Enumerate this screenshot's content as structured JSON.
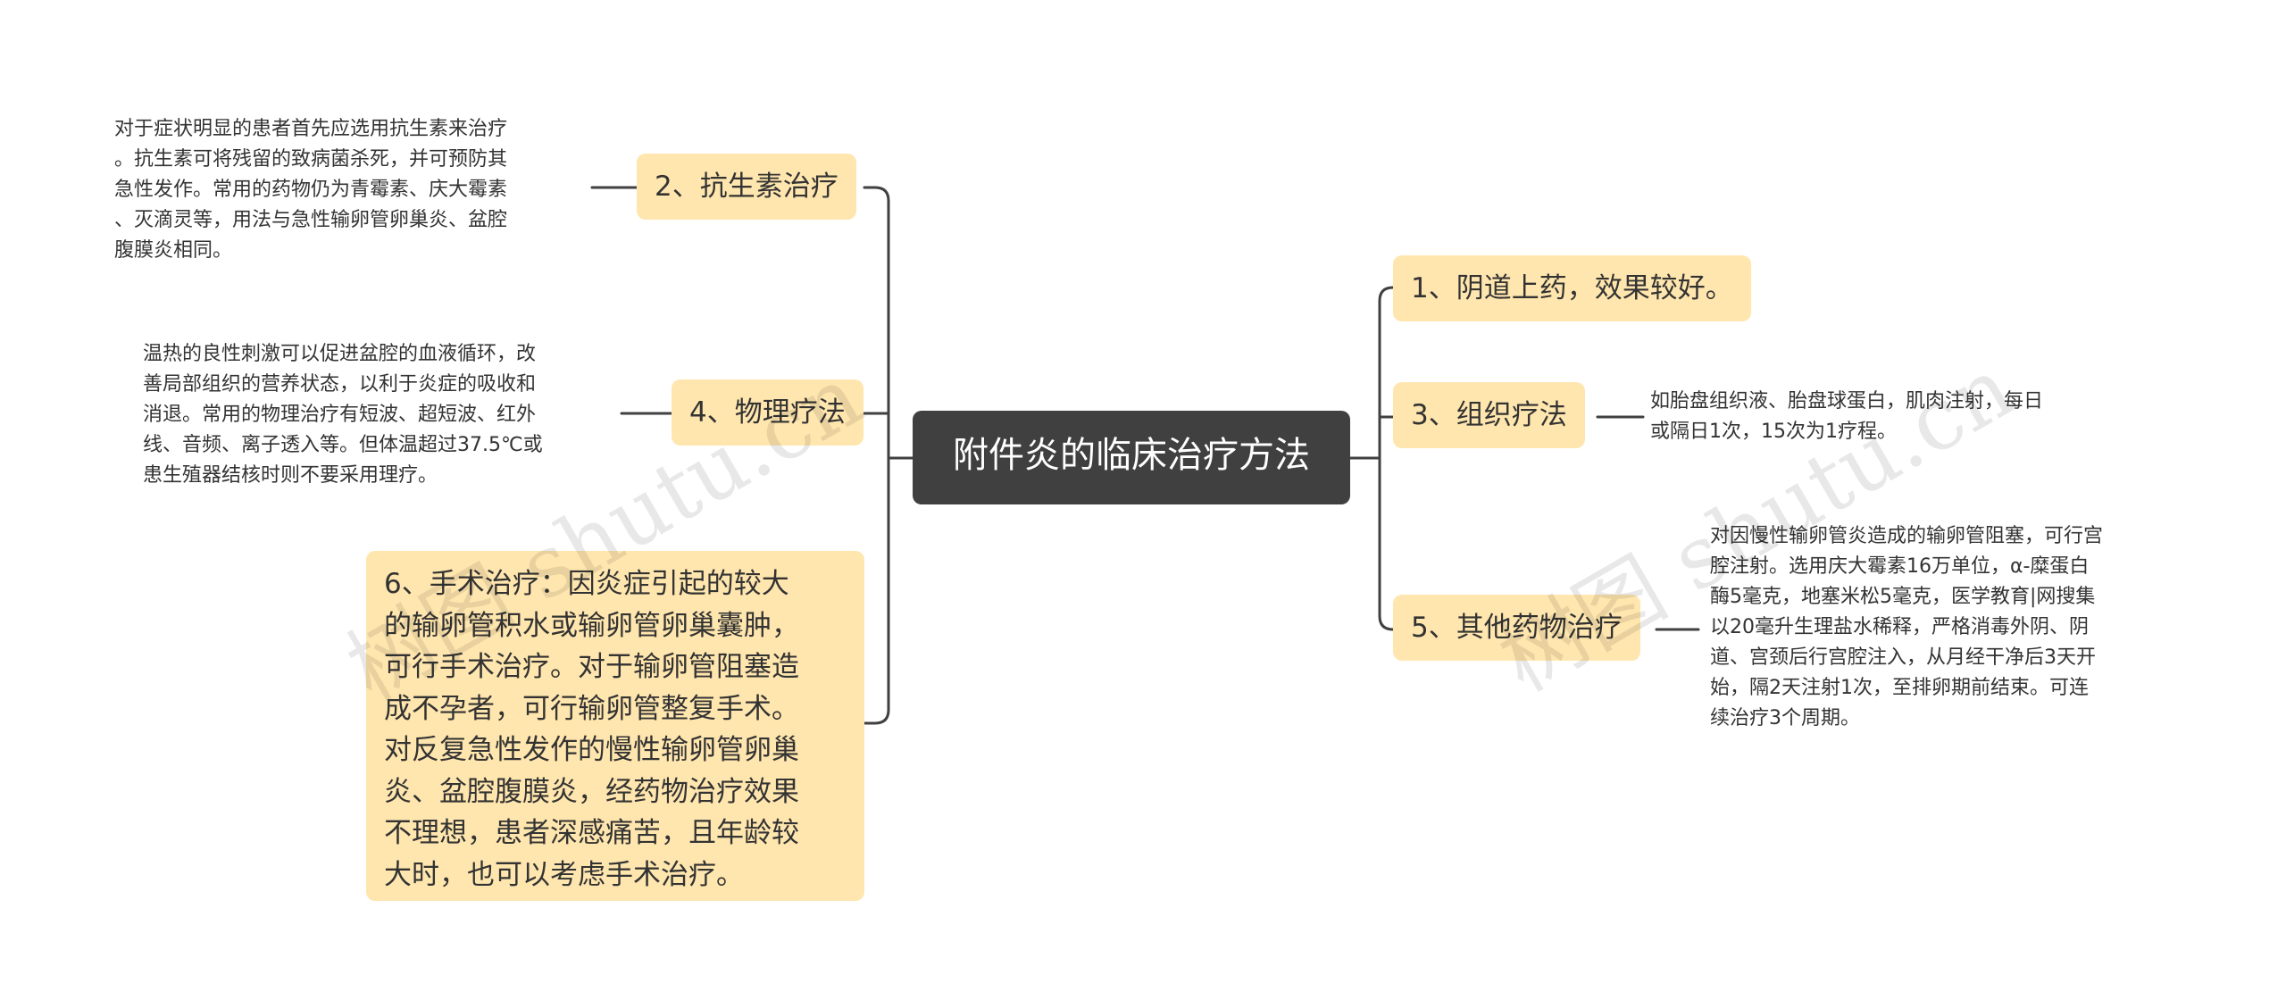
{
  "center": {
    "title": "附件炎的临床治疗方法"
  },
  "branches": {
    "b1": {
      "label": "1、阴道上药，效果较好。"
    },
    "b2": {
      "label": "2、抗生素治疗"
    },
    "b3": {
      "label": "3、组织疗法"
    },
    "b4": {
      "label": "4、物理疗法"
    },
    "b5": {
      "label": "5、其他药物治疗"
    },
    "b6": {
      "lines": [
        "6、手术治疗：因炎症引起的较大",
        "的输卵管积水或输卵管卵巢囊肿，",
        "可行手术治疗。对于输卵管阻塞造",
        "成不孕者，可行输卵管整复手术。",
        "对反复急性发作的慢性输卵管卵巢",
        "炎、盆腔腹膜炎，经药物治疗效果",
        "不理想，患者深感痛苦，且年龄较",
        "大时，也可以考虑手术治疗。"
      ]
    }
  },
  "notes": {
    "n2": {
      "lines": [
        "对于症状明显的患者首先应选用抗生素来治疗",
        "。抗生素可将残留的致病菌杀死，并可预防其",
        "急性发作。常用的药物仍为青霉素、庆大霉素",
        "、灭滴灵等，用法与急性输卵管卵巢炎、盆腔",
        "腹膜炎相同。"
      ]
    },
    "n3": {
      "lines": [
        "如胎盘组织液、胎盘球蛋白，肌肉注射，每日",
        "或隔日1次，15次为1疗程。"
      ]
    },
    "n4": {
      "lines": [
        "温热的良性刺激可以促进盆腔的血液循环，改",
        "善局部组织的营养状态，以利于炎症的吸收和",
        "消退。常用的物理治疗有短波、超短波、红外",
        "线、音频、离子透入等。但体温超过37.5℃或",
        "患生殖器结核时则不要采用理疗。"
      ]
    },
    "n5": {
      "lines": [
        "对因慢性输卵管炎造成的输卵管阻塞，可行宫",
        "腔注射。选用庆大霉素16万单位，α-糜蛋白",
        "酶5毫克，地塞米松5毫克，医学教育|网搜集",
        "以20毫升生理盐水稀释，严格消毒外阴、阴",
        "道、宫颈后行宫腔注入，从月经干净后3天开",
        "始，隔2天注射1次，至排卵期前结束。可连",
        "续治疗3个周期。"
      ]
    }
  },
  "watermarks": [
    "树图 shutu.cn",
    "树图 shutu.cn"
  ],
  "colors": {
    "node_fill": "#ffe6ae",
    "center_fill": "#404040",
    "center_text": "#ffffff",
    "link": "#404040",
    "text": "#333333"
  }
}
